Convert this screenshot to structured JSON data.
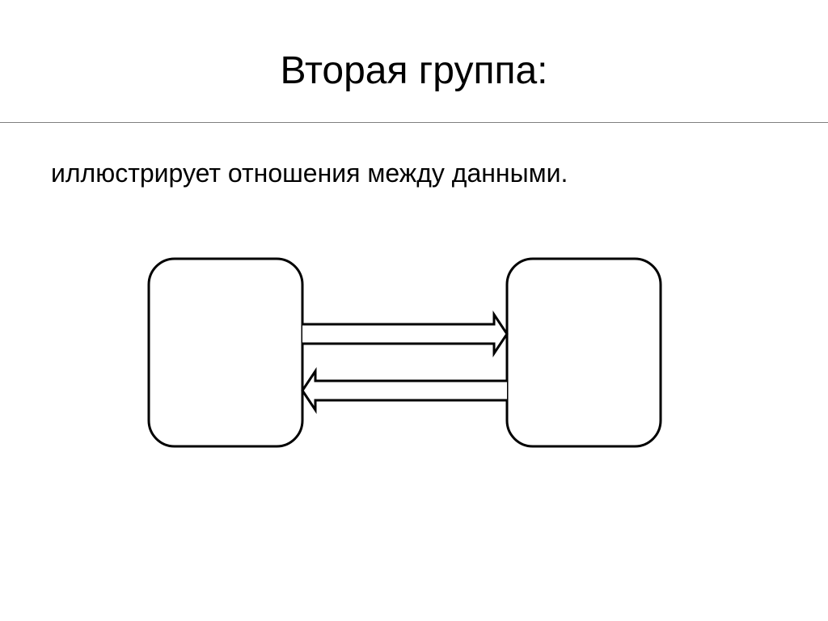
{
  "slide": {
    "title": "Вторая группа:",
    "body": "иллюстрирует отношения между данными."
  },
  "diagram": {
    "nodes": [
      {
        "id": "left-box",
        "label": ""
      },
      {
        "id": "right-box",
        "label": ""
      }
    ],
    "edges": [
      {
        "from": "left-box",
        "to": "right-box",
        "style": "hollow-block-arrow"
      },
      {
        "from": "right-box",
        "to": "left-box",
        "style": "hollow-block-arrow"
      }
    ],
    "stroke_color": "#000000",
    "fill_color": "#ffffff"
  }
}
